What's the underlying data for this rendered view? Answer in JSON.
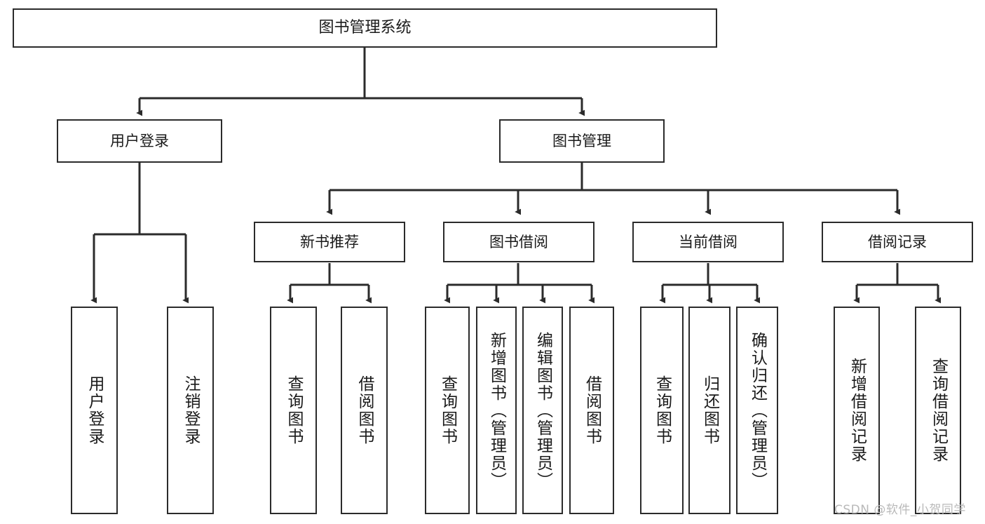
{
  "diagram": {
    "type": "tree-hierarchy-chart",
    "title": "图书管理系统",
    "colors": {
      "box_border": "#2b2b2b",
      "box_fill": "#ffffff",
      "connector": "#2b2b2b",
      "text": "#1a1a1a",
      "watermark": "#b9b9b9",
      "background": "#ffffff"
    },
    "nodes": {
      "root": {
        "label": "图书管理系统"
      },
      "level2": [
        {
          "id": "user-login",
          "label": "用户登录"
        },
        {
          "id": "book-management",
          "label": "图书管理"
        }
      ],
      "level3": [
        {
          "id": "new-book-recommend",
          "label": "新书推荐"
        },
        {
          "id": "book-borrow",
          "label": "图书借阅"
        },
        {
          "id": "current-borrow",
          "label": "当前借阅"
        },
        {
          "id": "borrow-record",
          "label": "借阅记录"
        }
      ],
      "leaves": {
        "user-login": [
          {
            "id": "leaf-user-login",
            "label": "用户登录"
          },
          {
            "id": "leaf-logout-login",
            "label": "注销登录"
          }
        ],
        "new-book-recommend": [
          {
            "id": "leaf-query-book-1",
            "label": "查询图书"
          },
          {
            "id": "leaf-borrow-book-1",
            "label": "借阅图书"
          }
        ],
        "book-borrow": [
          {
            "id": "leaf-query-book-2",
            "label": "查询图书"
          },
          {
            "id": "leaf-add-book-admin",
            "label": "新增图书（管理员）"
          },
          {
            "id": "leaf-edit-book-admin",
            "label": "编辑图书（管理员）"
          },
          {
            "id": "leaf-borrow-book-2",
            "label": "借阅图书"
          }
        ],
        "current-borrow": [
          {
            "id": "leaf-query-book-3",
            "label": "查询图书"
          },
          {
            "id": "leaf-return-book",
            "label": "归还图书"
          },
          {
            "id": "leaf-confirm-return-admin",
            "label": "确认归还（管理员）"
          }
        ],
        "borrow-record": [
          {
            "id": "leaf-add-borrow-record",
            "label": "新增借阅记录"
          },
          {
            "id": "leaf-query-borrow-record",
            "label": "查询借阅记录"
          }
        ]
      }
    },
    "watermark": "CSDN @软件_小贺同学"
  }
}
